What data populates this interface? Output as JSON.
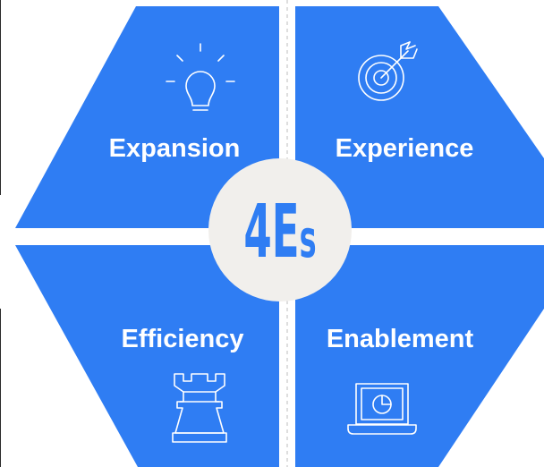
{
  "center": {
    "label_main": "4E",
    "label_suffix": "s"
  },
  "quadrants": {
    "top_left": {
      "label": "Expansion",
      "icon": "lightbulb-icon"
    },
    "top_right": {
      "label": "Experience",
      "icon": "target-arrow-icon"
    },
    "bottom_left": {
      "label": "Efficiency",
      "icon": "chess-rook-icon"
    },
    "bottom_right": {
      "label": "Enablement",
      "icon": "laptop-chart-icon"
    }
  },
  "colors": {
    "primary_blue": "#2f7df3",
    "center_circle": "#f1efec",
    "background": "#ffffff"
  }
}
